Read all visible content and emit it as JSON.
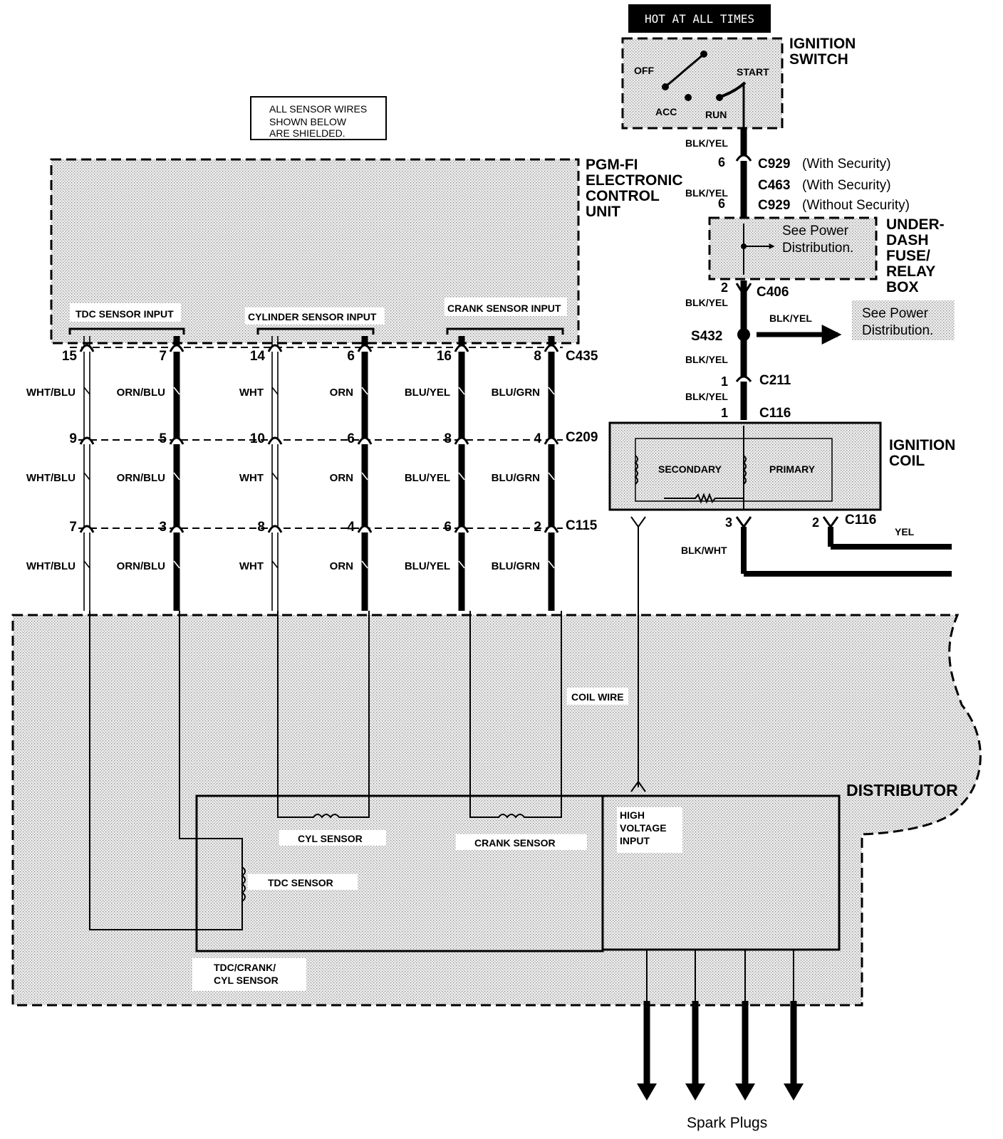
{
  "labels": {
    "hot_at_all_times": "HOT AT ALL TIMES",
    "ignition_switch_line1": "IGNITION",
    "ignition_switch_line2": "SWITCH",
    "sw_off": "OFF",
    "sw_start": "START",
    "sw_acc": "ACC",
    "sw_run": "RUN",
    "note_line1": "ALL SENSOR WIRES",
    "note_line2": "SHOWN BELOW",
    "note_line3": "ARE SHIELDED.",
    "ecu_line1": "PGM-FI",
    "ecu_line2": "ELECTRONIC",
    "ecu_line3": "CONTROL",
    "ecu_line4": "UNIT",
    "tdc_input": "TDC SENSOR INPUT",
    "cyl_input": "CYLINDER SENSOR INPUT",
    "crank_input": "CRANK SENSOR INPUT",
    "conn_c435": "C435",
    "conn_c209": "C209",
    "conn_c115": "C115",
    "wire_blk_yel": "BLK/YEL",
    "c929_sec": "C929",
    "c929_sec_note": "(With Security)",
    "c463": "C463",
    "c463_note": "(With Security)",
    "c929_nosec": "C929",
    "c929_nosec_note": "(Without Security)",
    "pin_6a": "6",
    "pin_6b": "6",
    "underdash_line1": "UNDER-",
    "underdash_line2": "DASH",
    "underdash_line3": "FUSE/",
    "underdash_line4": "RELAY",
    "underdash_line5": "BOX",
    "see_power_a1": "See Power",
    "see_power_a2": "Distribution.",
    "pin_2_c406": "2",
    "c406": "C406",
    "s432": "S432",
    "see_power_b1": "See Power",
    "see_power_b2": "Distribution.",
    "pin_1_c211": "1",
    "c211": "C211",
    "pin_1_c116": "1",
    "c116_top": "C116",
    "coil_line1": "IGNITION",
    "coil_line2": "COIL",
    "secondary": "SECONDARY",
    "primary": "PRIMARY",
    "pin_3": "3",
    "pin_2_c116": "2",
    "c116_bottom": "C116",
    "yel": "YEL",
    "blk_wht": "BLK/WHT",
    "coil_wire": "COIL WIRE",
    "distributor": "DISTRIBUTOR",
    "high_voltage_1": "HIGH",
    "high_voltage_2": "VOLTAGE",
    "high_voltage_3": "INPUT",
    "cyl_sensor": "CYL SENSOR",
    "crank_sensor": "CRANK SENSOR",
    "tdc_sensor": "TDC SENSOR",
    "tdc_crank_1": "TDC/CRANK/",
    "tdc_crank_2": "CYL SENSOR",
    "spark_plugs": "Spark Plugs"
  },
  "wires": [
    {
      "color": "WHT/BLU",
      "pins": [
        "15",
        "9",
        "7"
      ]
    },
    {
      "color": "ORN/BLU",
      "pins": [
        "7",
        "5",
        "3"
      ]
    },
    {
      "color": "WHT",
      "pins": [
        "14",
        "10",
        "8"
      ]
    },
    {
      "color": "ORN",
      "pins": [
        "6",
        "6",
        "4"
      ]
    },
    {
      "color": "BLU/YEL",
      "pins": [
        "16",
        "8",
        "6"
      ]
    },
    {
      "color": "BLU/GRN",
      "pins": [
        "8",
        "4",
        "2"
      ]
    }
  ]
}
